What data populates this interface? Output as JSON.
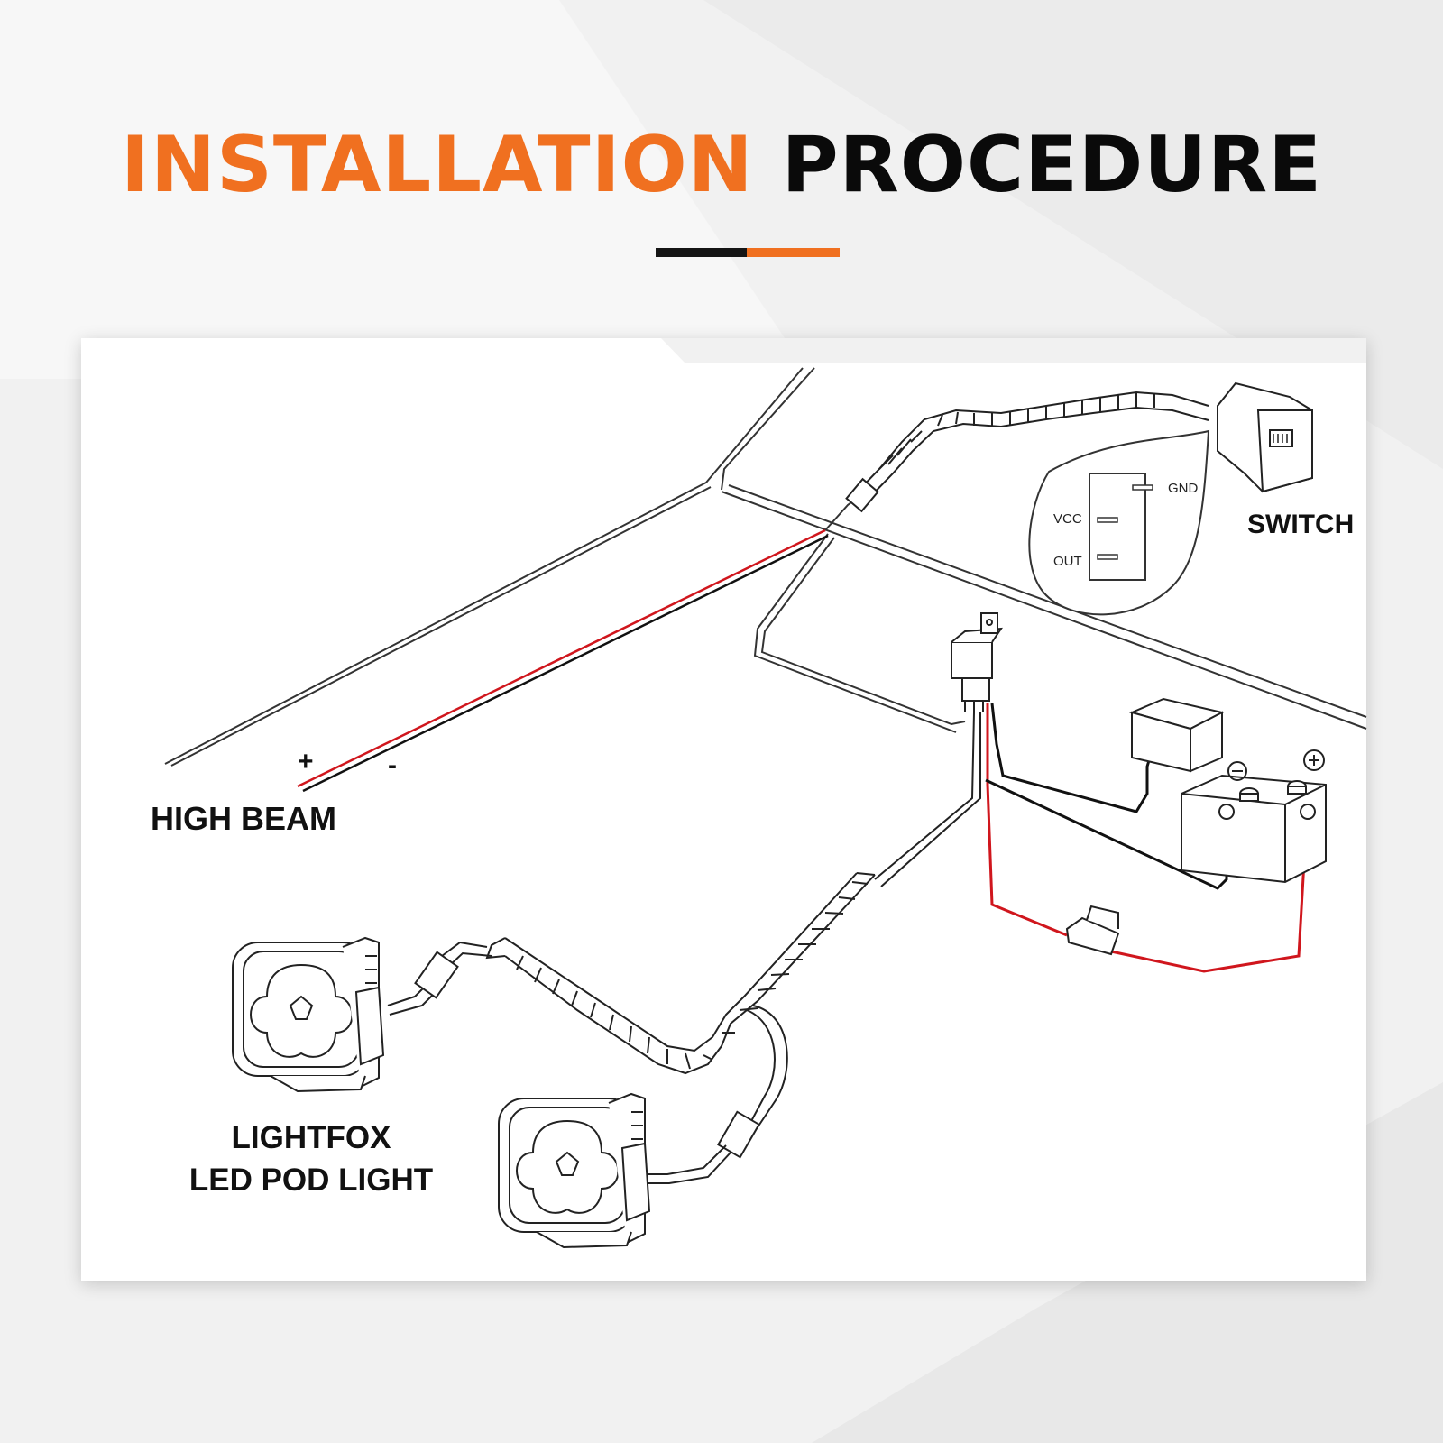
{
  "title": {
    "word1": "INSTALLATION",
    "word2": "PROCEDURE"
  },
  "colors": {
    "accent_orange": "#f07020",
    "dark": "#151515",
    "wire_red": "#d0161d",
    "wire_black": "#111111"
  },
  "labels": {
    "switch": "SWITCH",
    "high_beam": "HIGH BEAM",
    "plus": "+",
    "minus": "-",
    "pod_line1": "LIGHTFOX",
    "pod_line2": "LED POD LIGHT"
  },
  "switch_pins": {
    "gnd": "GND",
    "vcc": "VCC",
    "out": "OUT"
  },
  "icons": {
    "battery_minus": "minus-circle-icon",
    "battery_plus": "plus-circle-icon"
  }
}
